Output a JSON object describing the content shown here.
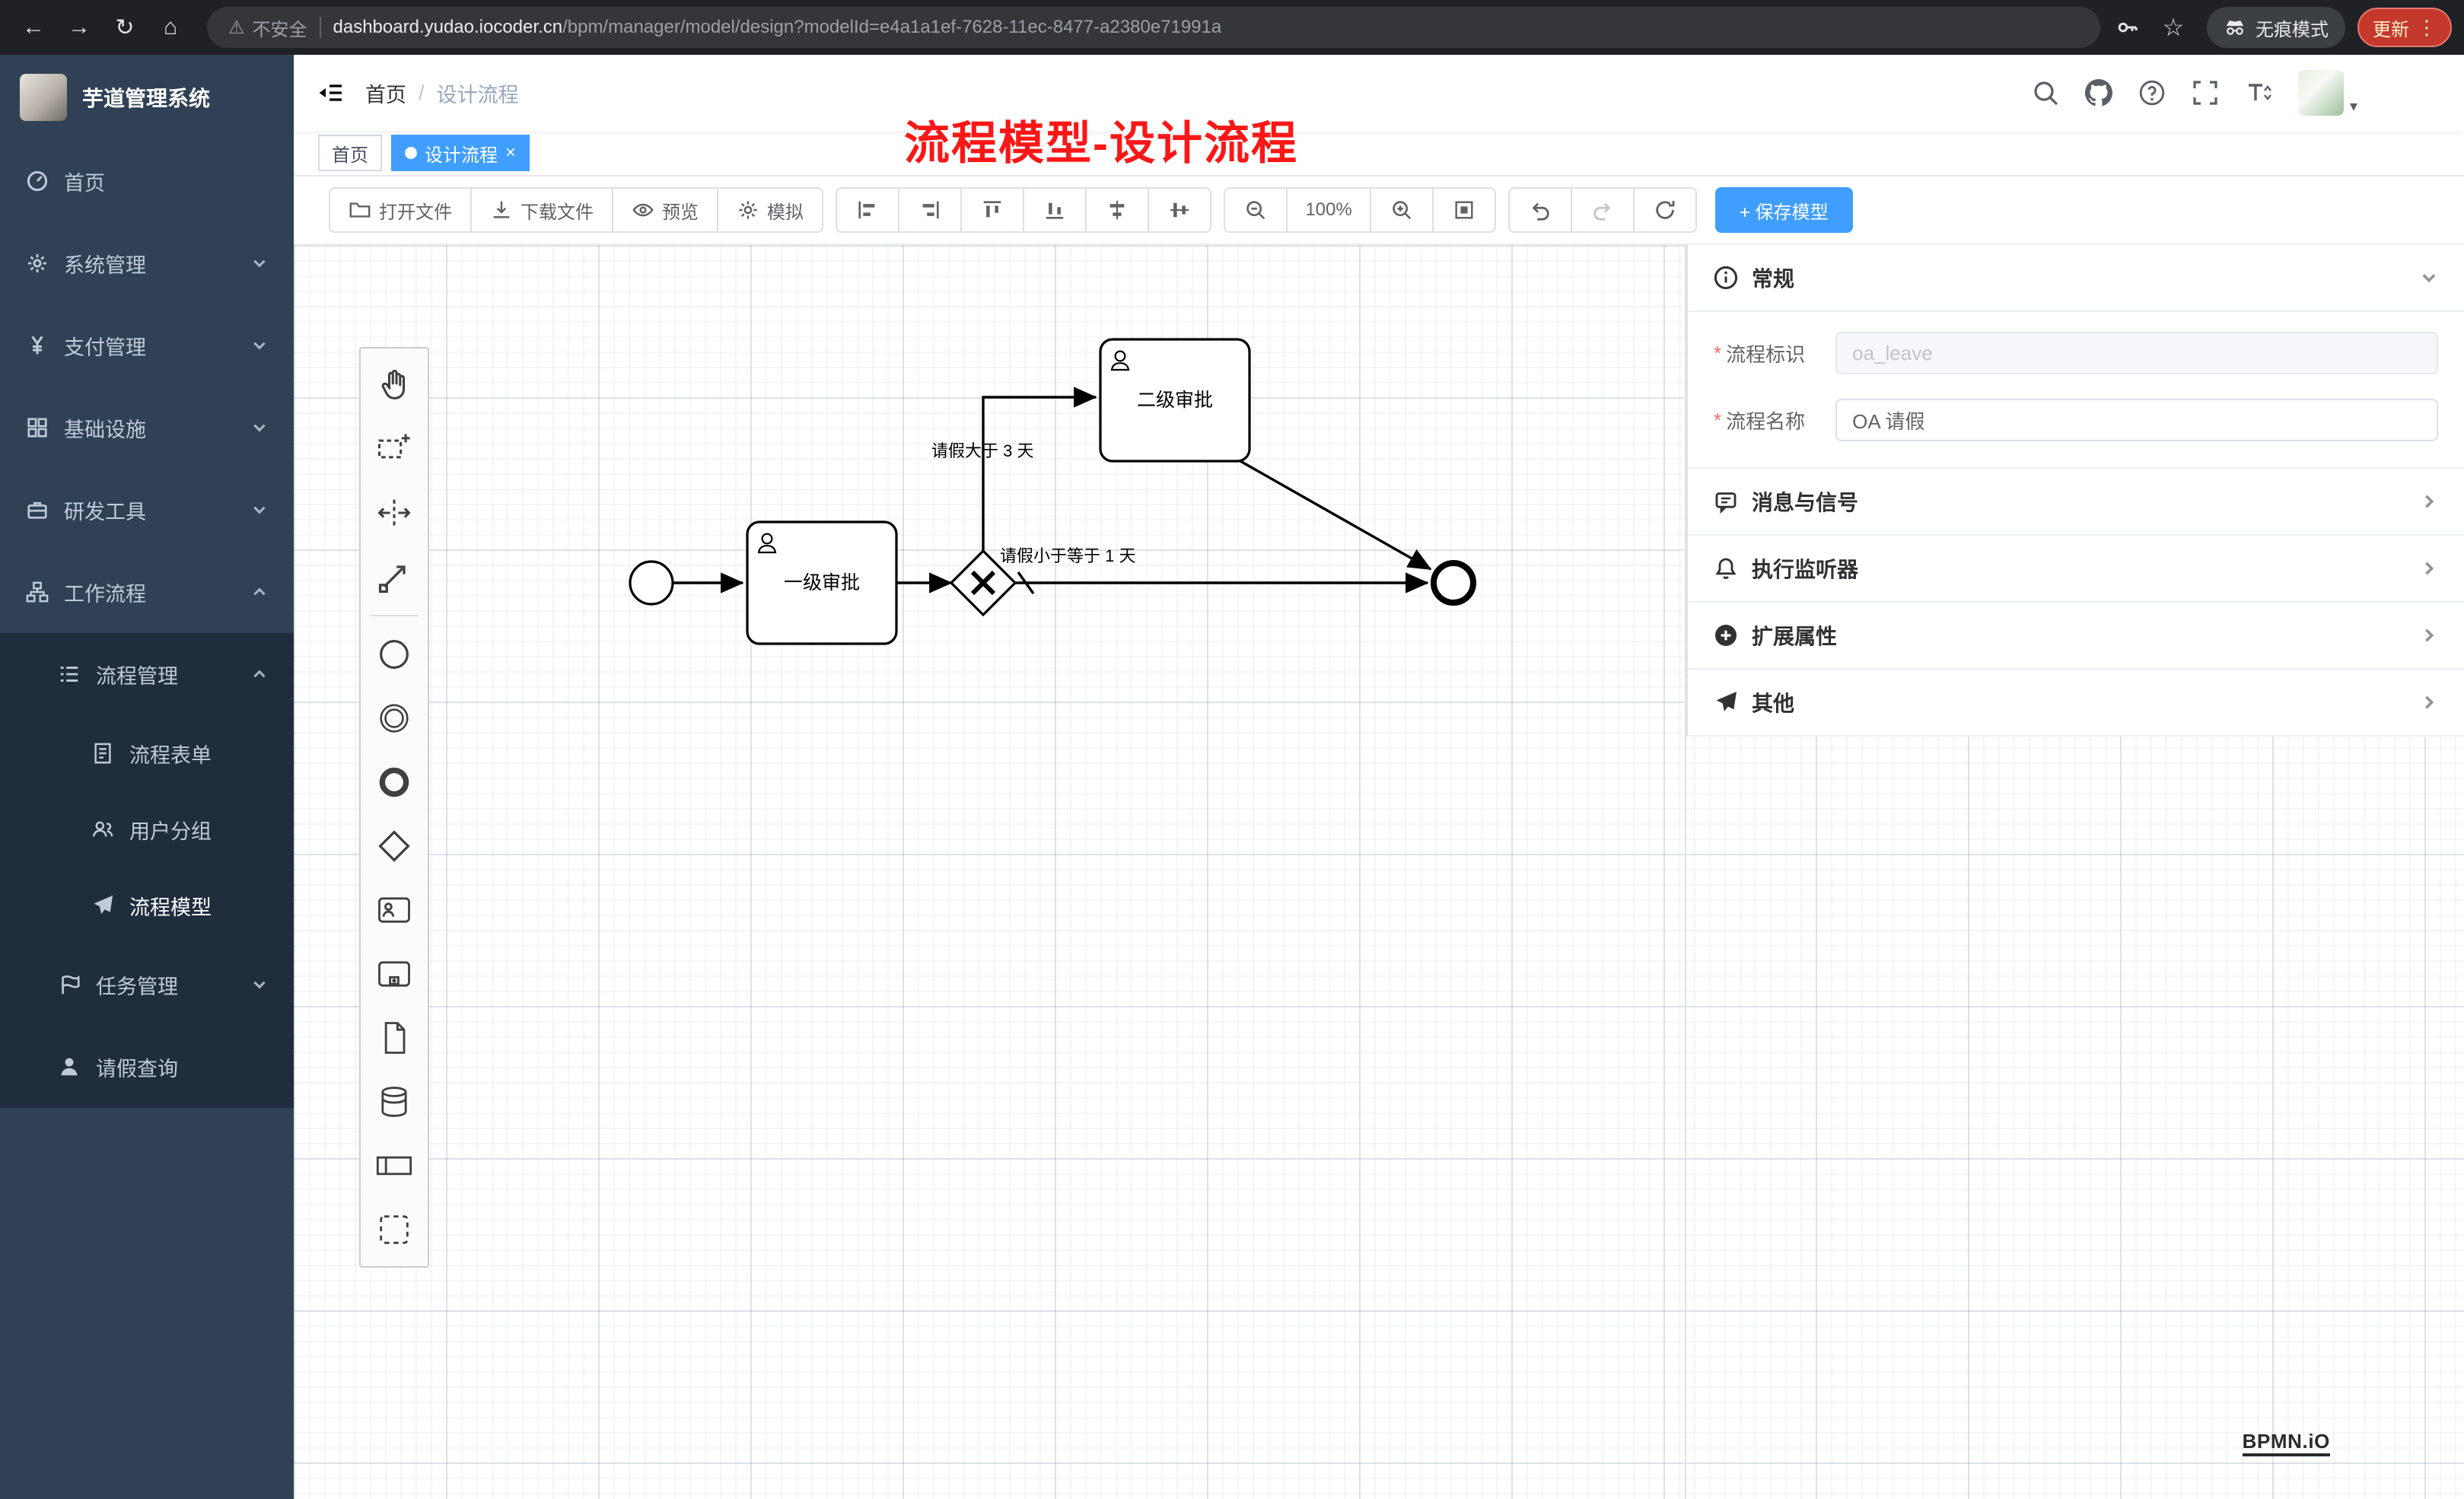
{
  "browser": {
    "back_glyph": "←",
    "forward_glyph": "→",
    "reload_glyph": "↻",
    "home_glyph": "⌂",
    "warning_glyph": "⚠",
    "security_label": "不安全",
    "url_host": "dashboard.yudao.iocoder.cn",
    "url_path": "/bpm/manager/model/design?modelId=e4a1a1ef-7628-11ec-8477-a2380e71991a",
    "star_glyph": "☆",
    "incognito_label": "无痕模式",
    "update_label": "更新",
    "menu_glyph": "⋮"
  },
  "sidebar": {
    "title": "芋道管理系统",
    "items": [
      {
        "label": "首页"
      },
      {
        "label": "系统管理"
      },
      {
        "label": "支付管理"
      },
      {
        "label": "基础设施"
      },
      {
        "label": "研发工具"
      },
      {
        "label": "工作流程"
      }
    ],
    "submenu": {
      "group": "流程管理",
      "children": [
        {
          "label": "流程表单"
        },
        {
          "label": "用户分组"
        },
        {
          "label": "流程模型"
        }
      ],
      "tasks": "任务管理",
      "leave": "请假查询"
    }
  },
  "header": {
    "home": "首页",
    "sep": "/",
    "current": "设计流程"
  },
  "tabs": {
    "home": "首页",
    "active": "设计流程",
    "close": "×"
  },
  "annotation": "流程模型-设计流程",
  "toolbar": {
    "open": "打开文件",
    "download": "下载文件",
    "preview": "预览",
    "simulate": "模拟",
    "zoom": "100%",
    "save": "+ 保存模型"
  },
  "panel": {
    "general": "常规",
    "required_mark": "*",
    "key_label": "流程标识",
    "key_value": "oa_leave",
    "name_label": "流程名称",
    "name_value": "OA 请假",
    "sections": [
      {
        "title": "消息与信号"
      },
      {
        "title": "执行监听器"
      },
      {
        "title": "扩展属性"
      },
      {
        "title": "其他"
      }
    ],
    "colors": {
      "accent": "#409eff",
      "required": "#f56c6c"
    }
  },
  "diagram": {
    "task1": "一级审批",
    "task2": "二级审批",
    "label_gt": "请假大于 3 天",
    "label_lte": "请假小于等于 1 天"
  },
  "watermark": "BPMN.iO"
}
